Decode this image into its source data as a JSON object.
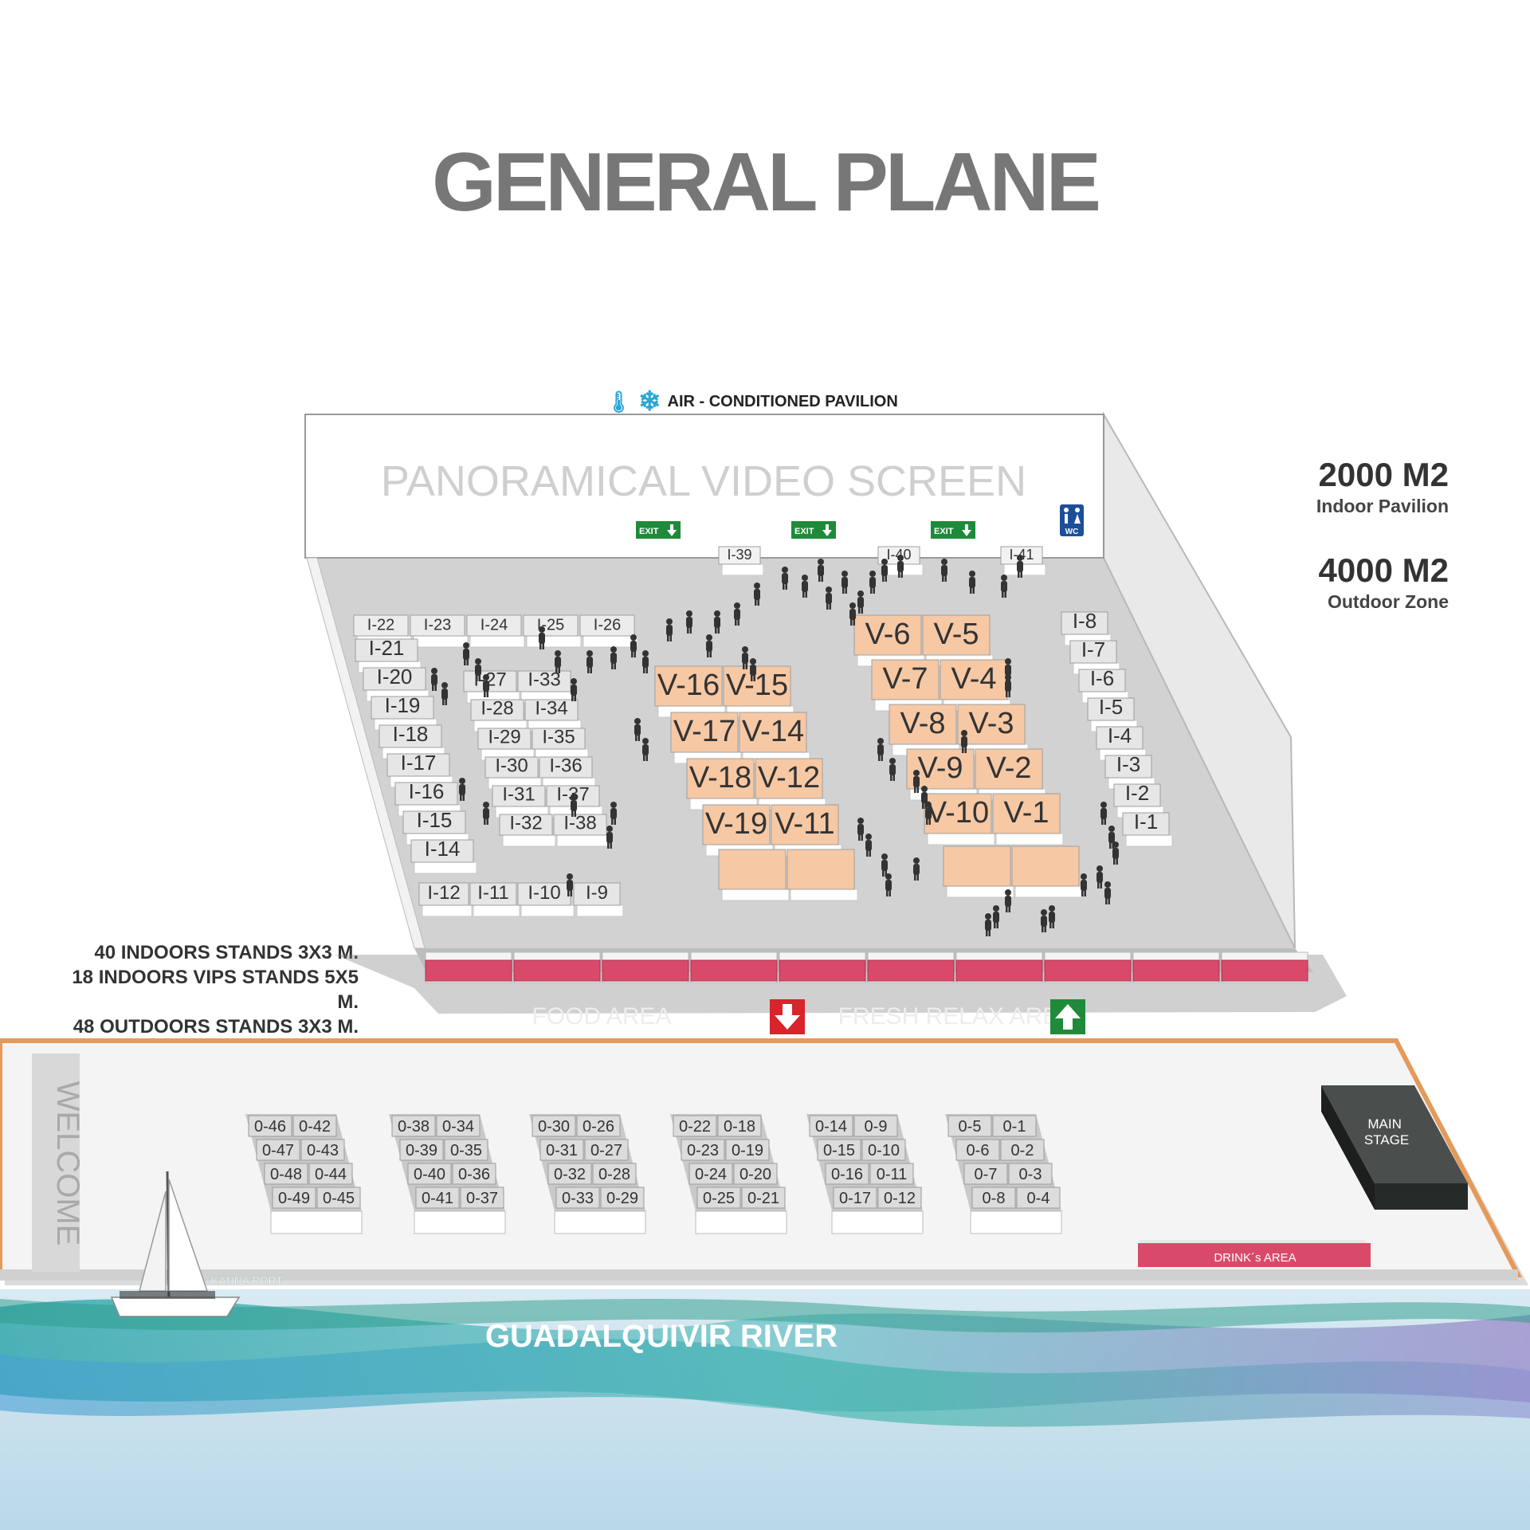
{
  "title": "GENERAL PLANE",
  "pavilion": {
    "ac_label": "AIR - CONDITIONED PAVILION",
    "screen_label": "PANORAMICAL  VIDEO SCREEN",
    "exit_label": "EXIT",
    "wc_label": "WC"
  },
  "stats": {
    "indoor_area": "2000 M2",
    "indoor_caption": "Indoor Pavilion",
    "outdoor_area": "4000 M2",
    "outdoor_caption": "Outdoor Zone"
  },
  "stand_summary": [
    "40 INDOORS STANDS 3X3 M.",
    "18 INDOORS VIPS STANDS 5X5 M.",
    "48 OUTDOORS STANDS 3X3 M."
  ],
  "areas": {
    "food": "FOOD  AREA",
    "relax": "FRESH RELAX AREA",
    "welcome": "WELCOME",
    "main_stage": "MAIN STAGE",
    "drinks": "DRINK´s AREA",
    "port": "KANNA PORT",
    "river": "GUADALQUIVIR RIVER"
  },
  "indoor_stands": [
    "I-1",
    "I-2",
    "I-3",
    "I-4",
    "I-5",
    "I-6",
    "I-7",
    "I-8",
    "I-9",
    "I-10",
    "I-11",
    "I-12",
    "I-14",
    "I-15",
    "I-16",
    "I-17",
    "I-18",
    "I-19",
    "I-20",
    "I-21",
    "I-22",
    "I-23",
    "I-24",
    "I-25",
    "I-26",
    "I-27",
    "I-28",
    "I-29",
    "I-30",
    "I-31",
    "I-32",
    "I-33",
    "I-34",
    "I-35",
    "I-36",
    "I-37",
    "I-38",
    "I-39",
    "I-40",
    "I-41"
  ],
  "vip_stands": [
    "V-1",
    "V-2",
    "V-3",
    "V-4",
    "V-5",
    "V-6",
    "V-7",
    "V-8",
    "V-9",
    "V-10",
    "V-11",
    "V-12",
    "V-14",
    "V-15",
    "V-16",
    "V-17",
    "V-18",
    "V-19"
  ],
  "outdoor_blocks": [
    [
      "0-46",
      "0-42",
      "0-47",
      "0-43",
      "0-48",
      "0-44",
      "0-49",
      "0-45"
    ],
    [
      "0-38",
      "0-34",
      "0-39",
      "0-35",
      "0-40",
      "0-36",
      "0-41",
      "0-37"
    ],
    [
      "0-30",
      "0-26",
      "0-31",
      "0-27",
      "0-32",
      "0-28",
      "0-33",
      "0-29"
    ],
    [
      "0-22",
      "0-18",
      "0-23",
      "0-19",
      "0-24",
      "0-20",
      "0-25",
      "0-21"
    ],
    [
      "0-14",
      "0-9",
      "0-15",
      "0-10",
      "0-16",
      "0-11",
      "0-17",
      "0-12"
    ],
    [
      "0-5",
      "0-1",
      "0-6",
      "0-2",
      "0-7",
      "0-3",
      "0-8",
      "0-4"
    ]
  ],
  "colors": {
    "vip": "#f6c8a4",
    "food_bar": "#d94a6a",
    "floor": "#d2d2d2",
    "outdoor_border": "#e59a5a",
    "stage": "#2f3432",
    "exit_green": "#1f8a3a",
    "arrow_red": "#d8242a"
  }
}
